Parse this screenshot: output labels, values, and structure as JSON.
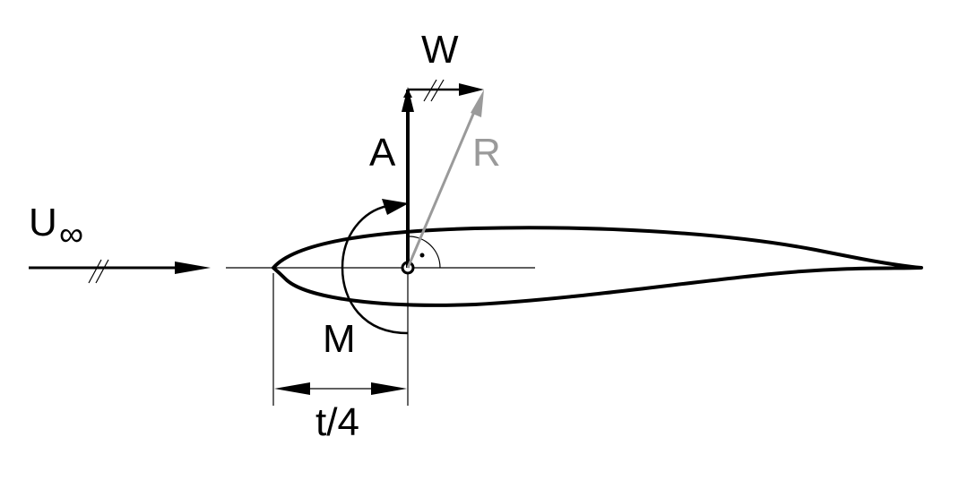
{
  "labels": {
    "W": "W",
    "A": "A",
    "R": "R",
    "U": "U",
    "U_sub": "∞",
    "M": "M",
    "t4": "t/4"
  },
  "colors": {
    "line": "#000000",
    "resultant": "#9a9a9a",
    "background": "#ffffff"
  }
}
